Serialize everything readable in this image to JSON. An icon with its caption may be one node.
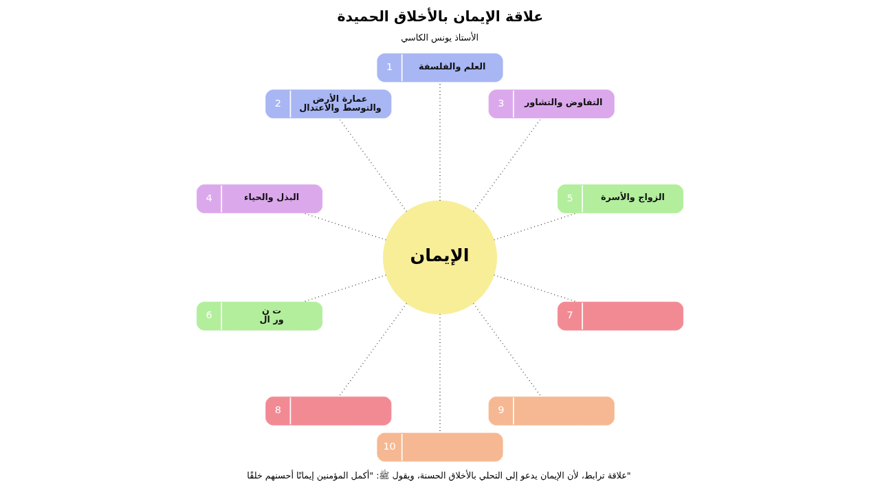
{
  "diagram": {
    "title": "علاقة الإيمان بالأخلاق الحميدة",
    "caption": "علاقة ترابط، لأن الإيمان يدعو إلى التحلي بالأخلاق الحسنة، ويقول ﷺ: \"أكمل المؤمنين إيمانًا أحسنهم خلقًا\"",
    "nodes": [
      {
        "text": [
          "الإيمان"
        ]
      },
      {
        "text": [
          "العلم والفلسفة",
          "1"
        ]
      },
      {
        "text": [
          "عمارة الأرض والتوسط والاعتدال",
          "2"
        ]
      },
      {
        "text": [
          "التفاوض والتشاور",
          "3"
        ]
      },
      {
        "text": [
          "البذل والحياء",
          "4"
        ]
      },
      {
        "text": [
          "الزواج والأسرة",
          "5"
        ]
      },
      {
        "text": [
          "ت ن ور ال",
          "6"
        ]
      },
      {
        "text": [
          "7"
        ]
      },
      {
        "text": [
          "8"
        ]
      },
      {
        "text": [
          "9"
        ]
      },
      {
        "text": [
          "10"
        ]
      }
    ],
    "edges": [
      {
        "from": 0,
        "to": 1,
        "arrow": "none"
      },
      {
        "from": 0,
        "to": 2,
        "arrow": "none"
      },
      {
        "from": 0,
        "to": 3,
        "arrow": "none"
      },
      {
        "from": 0,
        "to": 4,
        "arrow": "none"
      },
      {
        "from": 0,
        "to": 5,
        "arrow": "none"
      },
      {
        "from": 0,
        "to": 6,
        "arrow": "none"
      },
      {
        "from": 0,
        "to": 7,
        "arrow": "none"
      },
      {
        "from": 0,
        "to": 8,
        "arrow": "none"
      },
      {
        "from": 0,
        "to": 9,
        "arrow": "none"
      },
      {
        "from": 0,
        "to": 10,
        "arrow": "none"
      }
    ],
    "labels": [
      "الأستاذ يونس الكاسي"
    ]
  }
}
